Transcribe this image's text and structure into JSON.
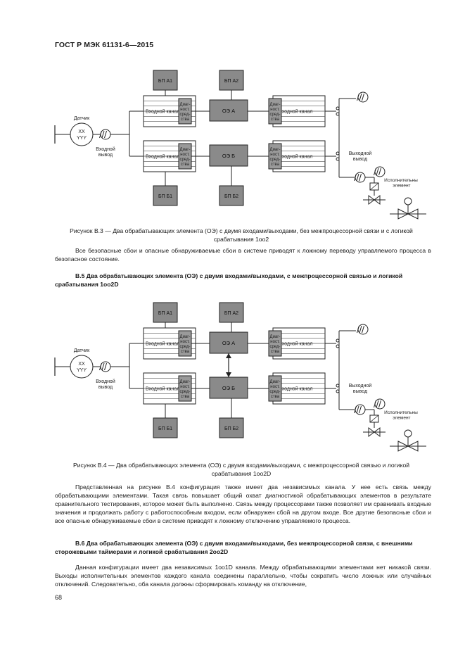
{
  "header": {
    "title": "ГОСТ Р МЭК 61131-6—2015"
  },
  "figure1": {
    "labels": {
      "bp_a1": "БП А1",
      "bp_a2": "БП А2",
      "bp_b1": "БП Б1",
      "bp_b2": "БП Б2",
      "oe_a": "ОЭ А",
      "oe_b": "ОЭ Б",
      "input_channel": "Входной канал",
      "output_channel": "Выходной канал",
      "diag": "Диаг-ност. сред-ства",
      "sensor": "Датчик",
      "xx": "XX",
      "yyy": "YYY",
      "input_out": "Входной вывод",
      "output_out": "Выходной вывод",
      "actuator": "Исполнительный элемент"
    },
    "caption": "Рисунок В.3 — Два обрабатывающих элемента (ОЭ) с двумя входами/выходами, без межпроцессорной связи и с логикой срабатывания 1оо2"
  },
  "para1": "Все безопасные сбои и опасные обнаруживаемые сбои в системе приводят к ложному переводу управляемого процесса в безопасное состояние.",
  "section1": "В.5 Два обрабатывающих элемента (ОЭ) с двумя входами/выходами, с межпроцессорной связью и логикой срабатывания 1оо2D",
  "figure2": {
    "labels": {
      "bp_a1": "БП А1",
      "bp_a2": "БП А2",
      "bp_b1": "БП Б1",
      "bp_b2": "БП Б2",
      "oe_a": "ОЭ А",
      "oe_b": "ОЭ Б",
      "input_channel": "Входной канал",
      "output_channel": "Выходной канал",
      "diag": "Диаг-ност. сред-ства",
      "sensor": "Датчик",
      "xx": "XX",
      "yyy": "YYY",
      "input_out": "Входной вывод",
      "output_out": "Выходной вывод",
      "actuator": "Исполнительный элемент"
    },
    "caption": "Рисунок В.4 — Два обрабатывающих элемента (ОЭ) с двумя входами/выходами, с межпроцессорной связью и логикой срабатывания 1оо2D"
  },
  "para2": "Представленная на рисунке В.4 конфигурация также имеет два независимых канала. У нее есть связь между обрабатывающими элементами. Такая связь повышает общий охват диагностикой обрабатывающих элементов в результате сравнительного тестирования, которое может быть выполнено. Связь между процессорами также позволяет им сравнивать входные значения и продолжать работу с работоспособным входом, если обнаружен сбой на другом входе. Все другие безопасные сбои и все опасные обнаруживаемые сбои в системе приводят к ложному отключению управляемого процесса.",
  "section2": "В.6 Два обрабатывающих элемента (ОЭ) с двумя входами/выходами, без межпроцессорной связи, с внешними сторожевыми таймерами и логикой срабатывания 2оо2D",
  "para3": "Данная конфигурации имеет два независимых 1оо1D канала. Между обрабатывающими элементами нет никакой связи. Выходы исполнительных элементов каждого канала соединены параллельно, чтобы сократить число ложных или случайных отключений. Следовательно, оба канала должны сформировать команду на отключение,",
  "page_number": "68"
}
